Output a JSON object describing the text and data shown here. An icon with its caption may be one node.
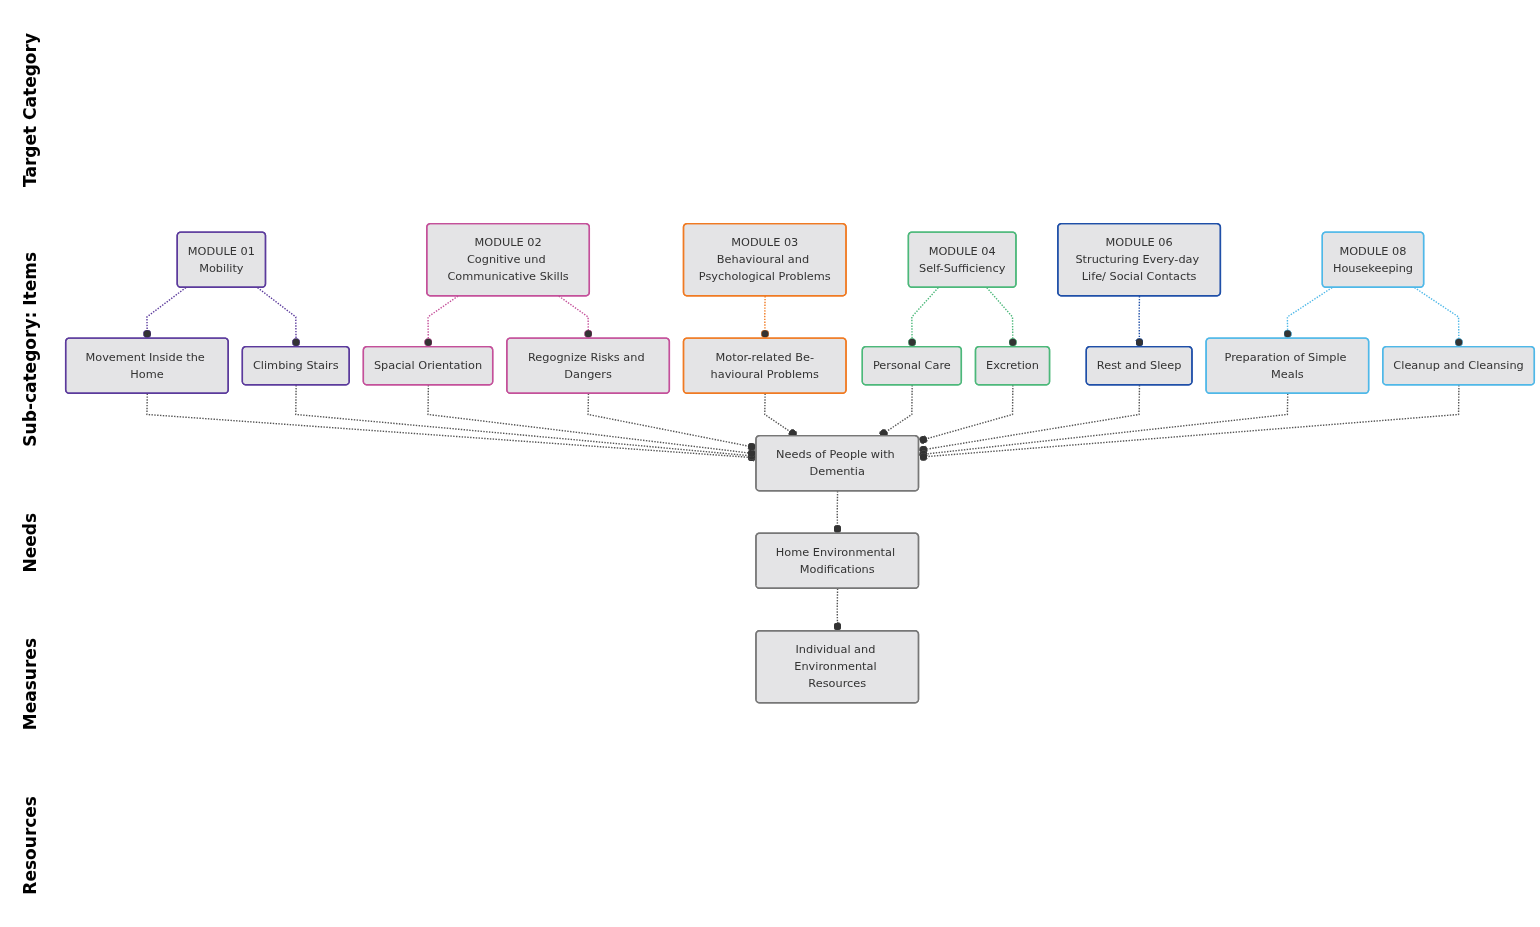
{
  "diagram": {
    "nodes": [
      {
        "text": [
          "MODULE 01",
          "Mobility"
        ]
      },
      {
        "text": [
          "Movement Inside the Home"
        ]
      },
      {
        "text": [
          "Climbing Stairs"
        ]
      },
      {
        "text": [
          "MODULE 02",
          "Cognitive und Communicative Skills"
        ]
      },
      {
        "text": [
          "Spacial Orientation"
        ]
      },
      {
        "text": [
          "Regognize Risks and Dangers"
        ]
      },
      {
        "text": [
          "MODULE 03",
          "Behavioural and Psychological Problems"
        ]
      },
      {
        "text": [
          "Motor-related Be-havioural Problems"
        ]
      },
      {
        "text": [
          "MODULE 04",
          "Self-Sufficiency"
        ]
      },
      {
        "text": [
          "Personal Care"
        ]
      },
      {
        "text": [
          "Excretion"
        ]
      },
      {
        "text": [
          "MODULE 06",
          "Structuring Every-day Life/ Social Contacts"
        ]
      },
      {
        "text": [
          "Rest and Sleep"
        ]
      },
      {
        "text": [
          "MODULE 08",
          "Housekeeping"
        ]
      },
      {
        "text": [
          "Preparation of Simple Meals"
        ]
      },
      {
        "text": [
          "Cleanup and Cleansing"
        ]
      },
      {
        "text": [
          "Needs of People with Dementia"
        ]
      },
      {
        "text": [
          "Home Environmental Modifications"
        ]
      },
      {
        "text": [
          "Individual and Environmental Resources"
        ]
      }
    ],
    "edges": [
      {
        "from": 0,
        "to": 1,
        "arrow": "other",
        "style": "dashed",
        "color": "#5b3a9c"
      },
      {
        "from": 0,
        "to": 2,
        "arrow": "other",
        "style": "dashed",
        "color": "#5b3a9c"
      },
      {
        "from": 3,
        "to": 4,
        "arrow": "other",
        "style": "dashed",
        "color": "#c4509a"
      },
      {
        "from": 3,
        "to": 5,
        "arrow": "other",
        "style": "dashed",
        "color": "#c4509a"
      },
      {
        "from": 6,
        "to": 7,
        "arrow": "other",
        "style": "dashed",
        "color": "#f07a22"
      },
      {
        "from": 8,
        "to": 9,
        "arrow": "other",
        "style": "dashed",
        "color": "#4cb87a"
      },
      {
        "from": 8,
        "to": 10,
        "arrow": "other",
        "style": "dashed",
        "color": "#4cb87a"
      },
      {
        "from": 11,
        "to": 12,
        "arrow": "other",
        "style": "dashed",
        "color": "#1f4fa8"
      },
      {
        "from": 13,
        "to": 14,
        "arrow": "other",
        "style": "dashed",
        "color": "#4fb8e8"
      },
      {
        "from": 13,
        "to": 15,
        "arrow": "other",
        "style": "dashed",
        "color": "#4fb8e8"
      },
      {
        "from": 1,
        "to": 16,
        "arrow": "other",
        "style": "dashed"
      },
      {
        "from": 2,
        "to": 16,
        "arrow": "other",
        "style": "dashed"
      },
      {
        "from": 4,
        "to": 16,
        "arrow": "other",
        "style": "dashed"
      },
      {
        "from": 5,
        "to": 16,
        "arrow": "other",
        "style": "dashed"
      },
      {
        "from": 7,
        "to": 16,
        "arrow": "other",
        "style": "dashed"
      },
      {
        "from": 9,
        "to": 16,
        "arrow": "other",
        "style": "dashed"
      },
      {
        "from": 10,
        "to": 16,
        "arrow": "other",
        "style": "dashed"
      },
      {
        "from": 12,
        "to": 16,
        "arrow": "other",
        "style": "dashed"
      },
      {
        "from": 14,
        "to": 16,
        "arrow": "other",
        "style": "dashed"
      },
      {
        "from": 15,
        "to": 16,
        "arrow": "other",
        "style": "dashed"
      },
      {
        "from": 16,
        "to": 17,
        "arrow": "other",
        "style": "dashed"
      },
      {
        "from": 17,
        "to": 18,
        "arrow": "other",
        "style": "dashed"
      }
    ],
    "labels": [
      "Target Category",
      "Sub-category: Items",
      "Needs",
      "Measures",
      "Resources"
    ]
  }
}
